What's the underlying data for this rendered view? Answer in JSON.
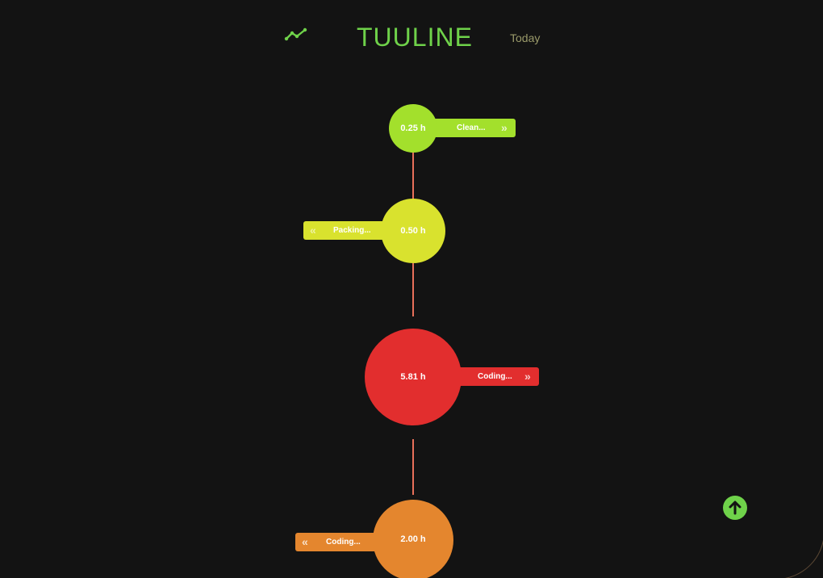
{
  "header": {
    "title": "TUULINE",
    "today_label": "Today",
    "icon": "trend-line-icon"
  },
  "colors": {
    "background": "#131313",
    "accent": "#6fd24a",
    "connector": "#e8705a"
  },
  "timeline": [
    {
      "duration": "0.25 h",
      "label": "Clean...",
      "side": "right",
      "color": "#a3e02c"
    },
    {
      "duration": "0.50 h",
      "label": "Packing...",
      "side": "left",
      "color": "#d9e22e"
    },
    {
      "duration": "5.81 h",
      "label": "Coding...",
      "side": "right",
      "color": "#e22e2e"
    },
    {
      "duration": "2.00 h",
      "label": "Coding...",
      "side": "left",
      "color": "#e4862e"
    }
  ],
  "chevrons": {
    "right": "»",
    "left": "«"
  },
  "scroll_top_icon": "arrow-up-circle-icon"
}
